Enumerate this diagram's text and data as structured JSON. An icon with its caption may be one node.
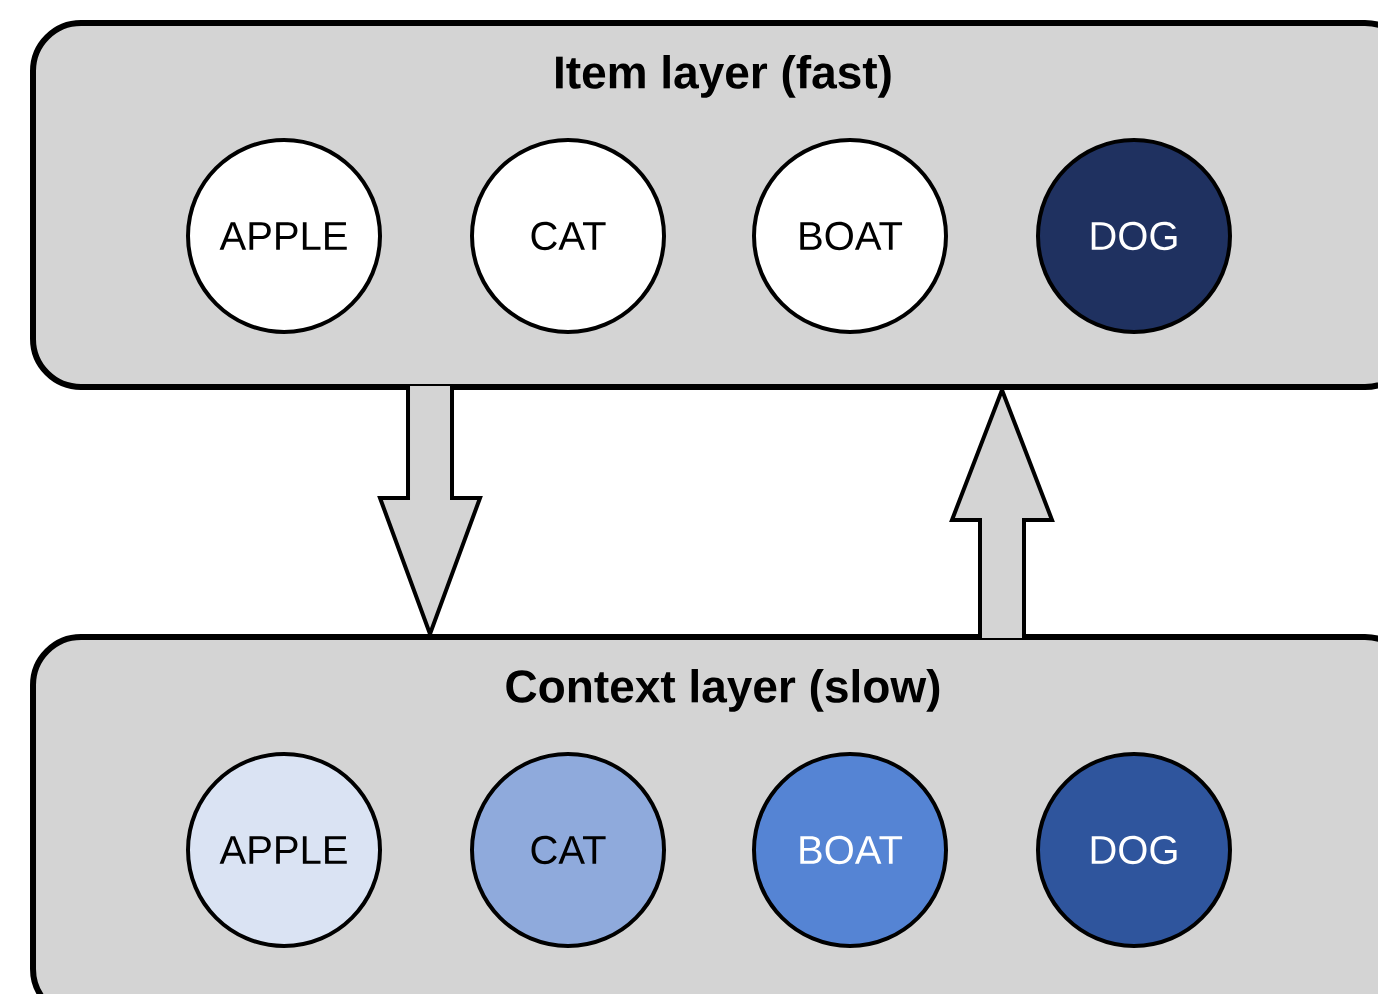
{
  "diagram": {
    "nodes": [
      {
        "text": [
          "Item layer (fast)"
        ]
      },
      {
        "text": [
          "APPLE"
        ],
        "in": 0
      },
      {
        "text": [
          "CAT"
        ],
        "in": 0
      },
      {
        "text": [
          "BOAT"
        ],
        "in": 0
      },
      {
        "text": [
          "DOG"
        ],
        "in": 0
      },
      {
        "text": [
          "Context layer (slow)"
        ]
      },
      {
        "text": [
          "APPLE"
        ],
        "in": 5
      },
      {
        "text": [
          "CAT"
        ],
        "in": 5
      },
      {
        "text": [
          "BOAT"
        ],
        "in": 5
      },
      {
        "text": [
          "DOG"
        ],
        "in": 5
      }
    ],
    "edges": [
      {
        "from": 0,
        "to": 5,
        "arrow": "to"
      },
      {
        "from": 5,
        "to": 0,
        "arrow": "to"
      }
    ]
  }
}
